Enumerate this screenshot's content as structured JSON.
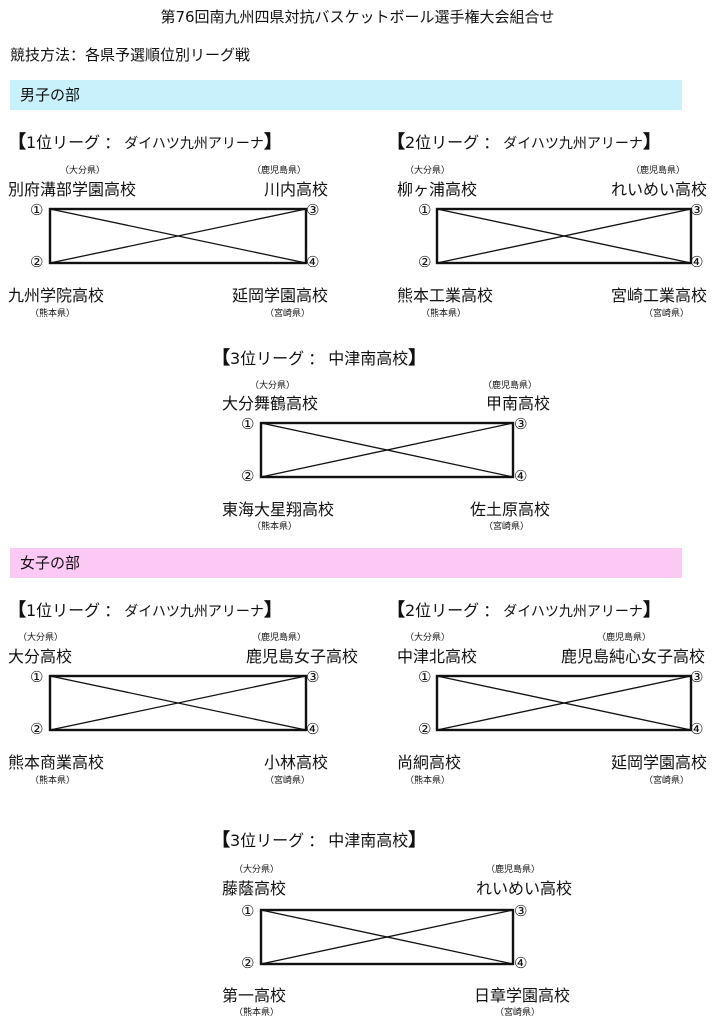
{
  "title": "第76回南九州四県対抗バスケットボール選手権大会組合せ",
  "method": "競技方法：各県予選順位別リーグ戦",
  "markers": {
    "n1": "①",
    "n2": "②",
    "n3": "③",
    "n4": "④"
  },
  "men": {
    "label": "男子の部",
    "leagues": [
      {
        "rank": "1位リーグ",
        "venue": "ダイハツ九州アリーナ",
        "tl": {
          "school": "別府溝部学園高校",
          "pref": "（大分県）"
        },
        "tr": {
          "school": "川内高校",
          "pref": "（鹿児島県）"
        },
        "bl": {
          "school": "九州学院高校",
          "pref": "（熊本県）"
        },
        "br": {
          "school": "延岡学園高校",
          "pref": "（宮崎県）"
        }
      },
      {
        "rank": "2位リーグ",
        "venue": "ダイハツ九州アリーナ",
        "tl": {
          "school": "柳ヶ浦高校",
          "pref": "（大分県）"
        },
        "tr": {
          "school": "れいめい高校",
          "pref": "（鹿児島県）"
        },
        "bl": {
          "school": "熊本工業高校",
          "pref": "（熊本県）"
        },
        "br": {
          "school": "宮崎工業高校",
          "pref": "（宮崎県）"
        }
      },
      {
        "rank": "3位リーグ",
        "venue": "中津南高校",
        "tl": {
          "school": "大分舞鶴高校",
          "pref": "（大分県）"
        },
        "tr": {
          "school": "甲南高校",
          "pref": "（鹿児島県）"
        },
        "bl": {
          "school": "東海大星翔高校",
          "pref": "（熊本県）"
        },
        "br": {
          "school": "佐土原高校",
          "pref": "（宮崎県）"
        }
      }
    ]
  },
  "women": {
    "label": "女子の部",
    "leagues": [
      {
        "rank": "1位リーグ",
        "venue": "ダイハツ九州アリーナ",
        "tl": {
          "school": "大分高校",
          "pref": "（大分県）"
        },
        "tr": {
          "school": "鹿児島女子高校",
          "pref": "（鹿児島県）"
        },
        "bl": {
          "school": "熊本商業高校",
          "pref": "（熊本県）"
        },
        "br": {
          "school": "小林高校",
          "pref": "（宮崎県）"
        }
      },
      {
        "rank": "2位リーグ",
        "venue": "ダイハツ九州アリーナ",
        "tl": {
          "school": "中津北高校",
          "pref": "（大分県）"
        },
        "tr": {
          "school": "鹿児島純心女子高校",
          "pref": "（鹿児島県）"
        },
        "bl": {
          "school": "尚絅高校",
          "pref": "（熊本県）"
        },
        "br": {
          "school": "延岡学園高校",
          "pref": "（宮崎県）"
        }
      },
      {
        "rank": "3位リーグ",
        "venue": "中津南高校",
        "tl": {
          "school": "藤蔭高校",
          "pref": "（大分県）"
        },
        "tr": {
          "school": "れいめい高校",
          "pref": "（鹿児島県）"
        },
        "bl": {
          "school": "第一高校",
          "pref": "（熊本県）"
        },
        "br": {
          "school": "日章学園高校",
          "pref": "（宮崎県）"
        }
      }
    ]
  }
}
